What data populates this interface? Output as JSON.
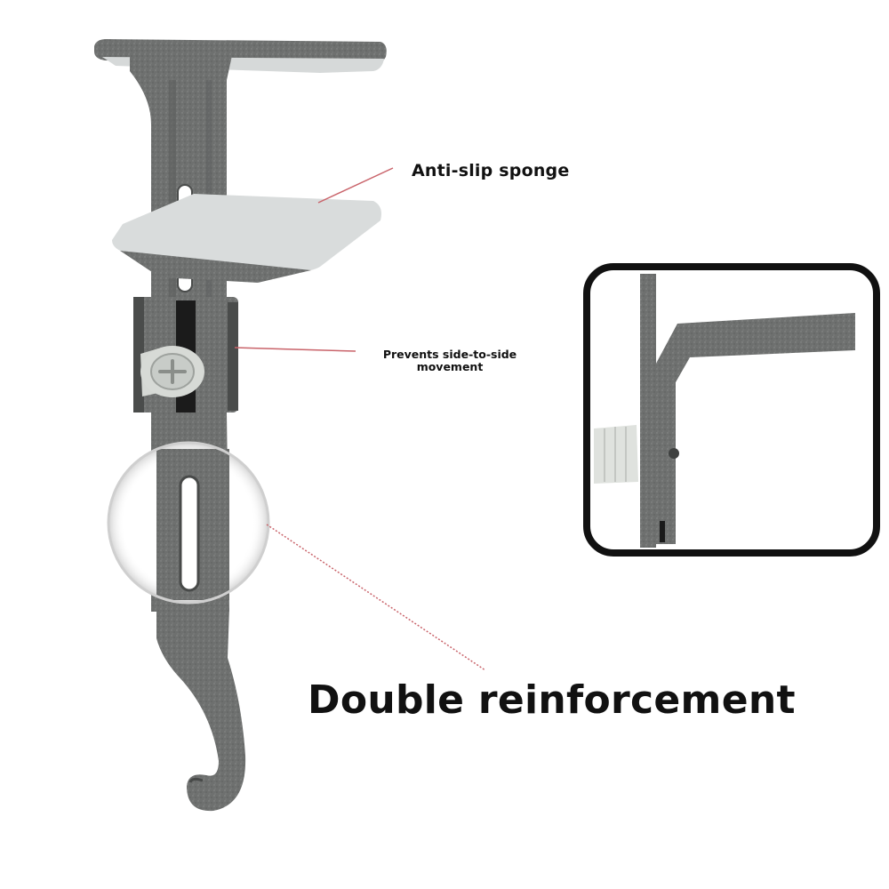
{
  "annotations": {
    "anti_slip_sponge": "Anti-slip sponge",
    "side_to_side": "Prevents side-to-side movement",
    "double_reinforcement": "Double reinforcement"
  },
  "colors": {
    "metal": "#6e706f",
    "metal_dark": "#4a4c4b",
    "metal_light": "#8c8e8d",
    "sponge": "#d9dcdc",
    "leader_line": "#c9636a",
    "frame": "#111111",
    "background": "#ffffff"
  },
  "icons": {
    "screw": "phillips-screw-knob-icon"
  }
}
